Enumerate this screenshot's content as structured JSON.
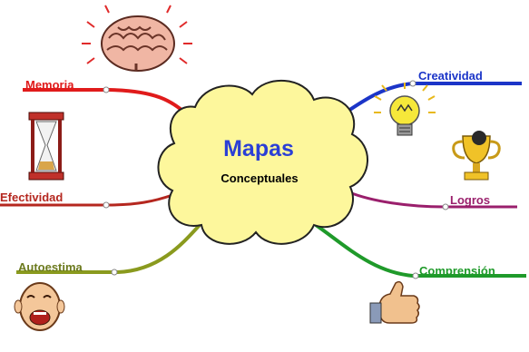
{
  "center": {
    "title": "Mapas",
    "subtitle": "Conceptuales"
  },
  "branches": [
    {
      "label": "Memoria",
      "icon": "brain-icon",
      "color": "#e01b1b"
    },
    {
      "label": "Efectividad",
      "icon": "hourglass-icon",
      "color": "#b5271f"
    },
    {
      "label": "Autoestima",
      "icon": "laughing-face-icon",
      "color": "#6c7a1e"
    },
    {
      "label": "Creatividad",
      "icon": "lightbulb-icon",
      "color": "#1b35c8"
    },
    {
      "label": "Logros",
      "icon": "trophy-icon",
      "color": "#9a1f6c"
    },
    {
      "label": "Comprensión",
      "icon": "thumbs-up-icon",
      "color": "#1f9a2a"
    }
  ],
  "colors": {
    "cloud_fill": "#fdf79c",
    "cloud_stroke": "#222222",
    "title": "#2b3fd6"
  }
}
